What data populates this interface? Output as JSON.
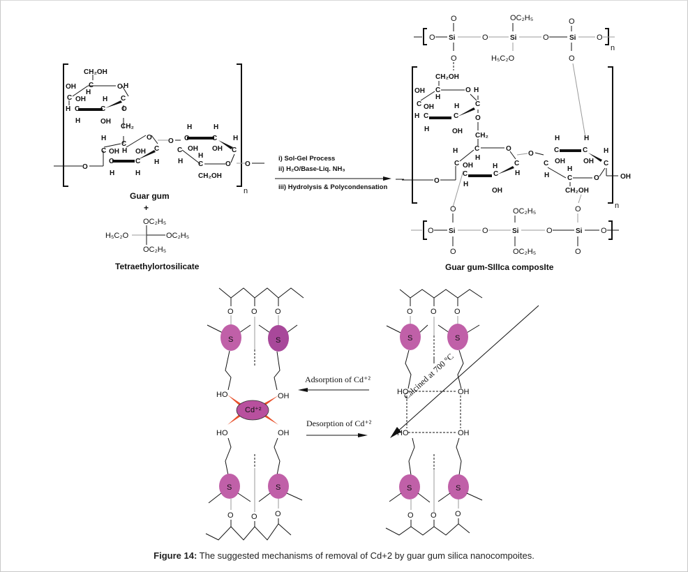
{
  "figure": {
    "caption_label": "Figure 14:",
    "caption_text": " The suggested mechanisms of removal of Cd+2 by guar gum silica nanocompoites."
  },
  "reactants": {
    "guar_gum_label": "Guar gum",
    "plus": "+",
    "teos_label": "Tetraethylortosilicate",
    "teos_groups": {
      "top": "OC₂H₅",
      "left": "H₅C₂O",
      "right": "OC₂H₅",
      "bottom": "OC₂H₅"
    },
    "repeat_subscript": "n"
  },
  "reaction_conditions": {
    "step1": "i) Sol-Gel Process",
    "step2": "ii) H₂O/Base-Liq. NH₃",
    "step3": "iii) Hydrolysis & Polycondensation"
  },
  "product": {
    "label": "Guar gum-SIlIca composIte",
    "silica_top": {
      "left_o": "O",
      "si": "Si",
      "o": "O",
      "upper_sub": "OC₂H₅",
      "lower_sub": "H₅C₂O"
    },
    "silica_bottom": {
      "upper_sub": "OC₂H₅",
      "lower_sub": "OC₂H₅"
    },
    "terminal": "OH"
  },
  "sugar_labels": {
    "ch2oh": "CH₂OH",
    "ch2": "CH₂",
    "oh": "OH",
    "ho": "HO",
    "h": "H",
    "c": "C",
    "o": "O"
  },
  "mechanism": {
    "site_label": "S",
    "ion_label": "Cd⁺²",
    "adsorption": "Adsorption of Cd⁺²",
    "desorption": "Desorption of Cd⁺²",
    "calcined": "Calcined at 700 °C",
    "colors": {
      "site_fill": "#c060a8",
      "site_dark": "#a8489a",
      "ion_fill": "#b8509e",
      "bond_red": "#e8502a"
    }
  }
}
